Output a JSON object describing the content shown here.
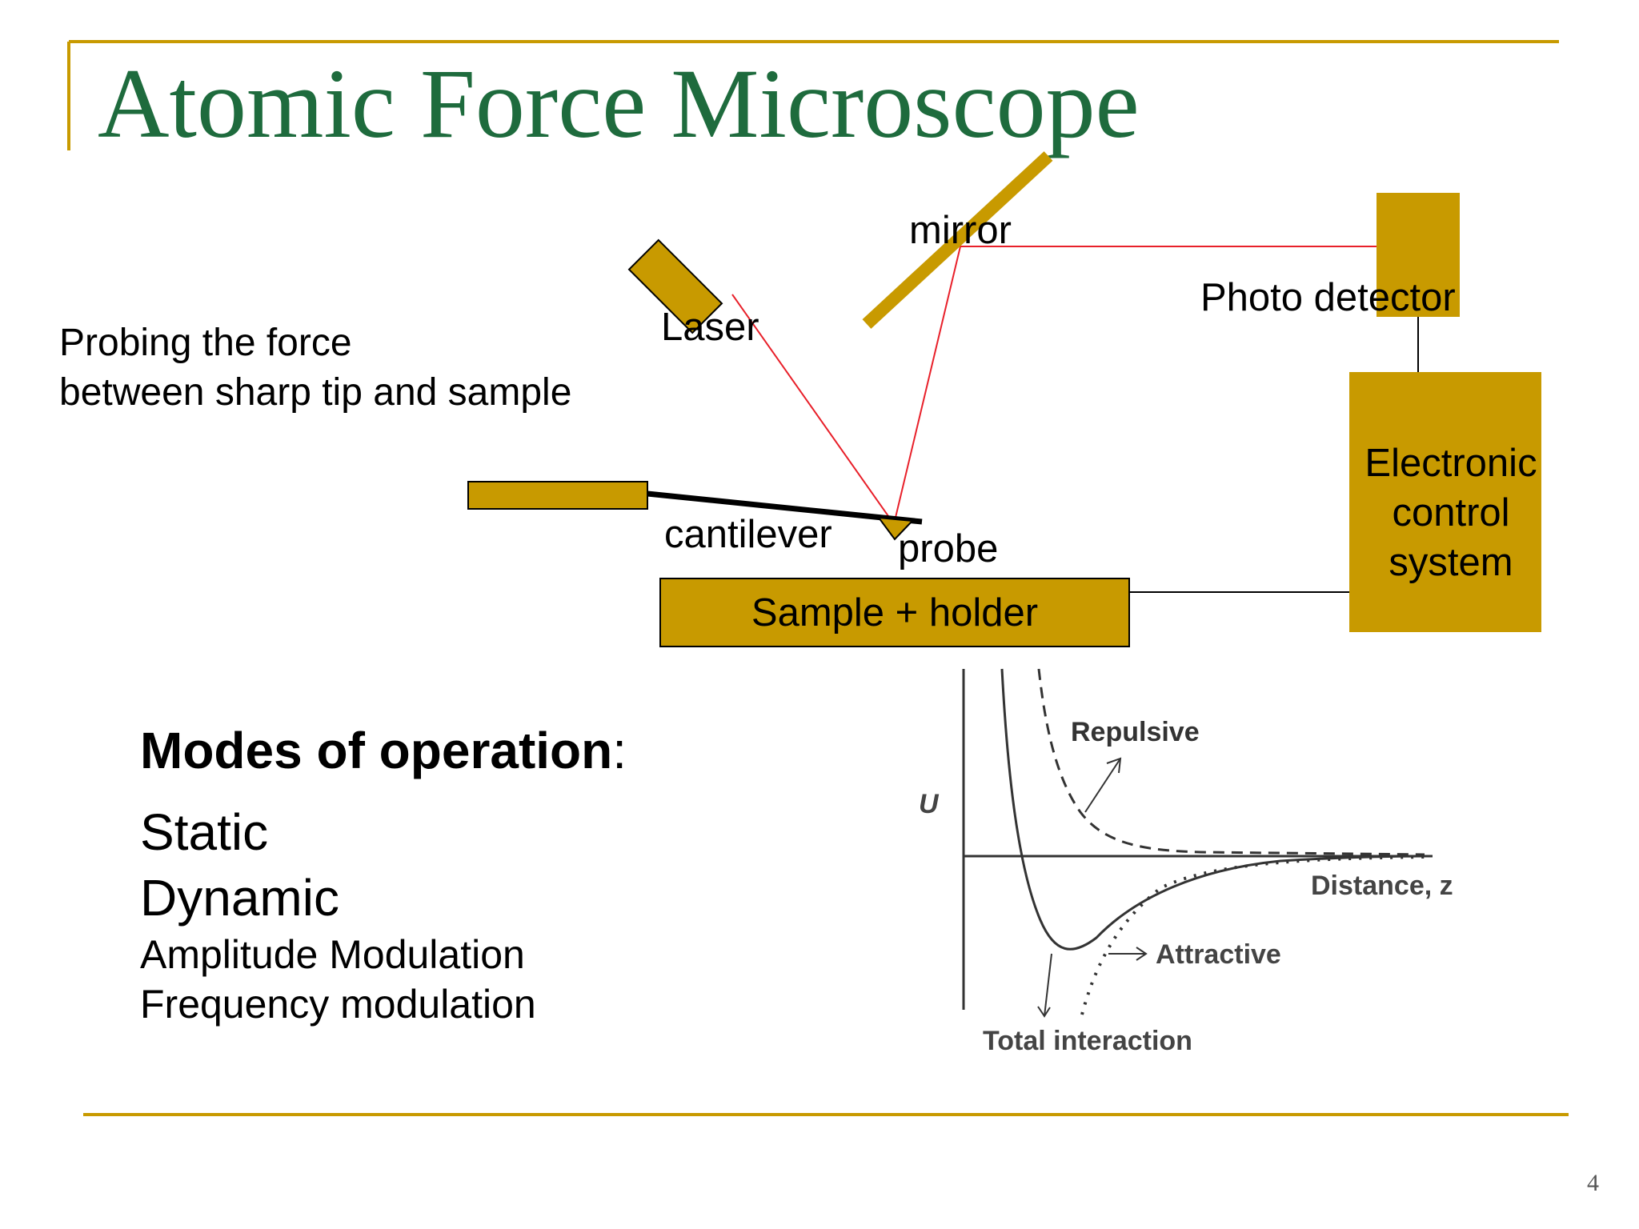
{
  "slide": {
    "title": "Atomic Force Microscope",
    "page_number": "4",
    "accent_color": "#c89a00",
    "title_color": "#1e6b3d",
    "description": [
      "Probing the force",
      "between sharp tip and sample"
    ],
    "modes": {
      "heading": "Modes of operation",
      "heading_colon": ":",
      "items": [
        "Static",
        "Dynamic"
      ],
      "subitems": [
        "Amplitude Modulation",
        "Frequency modulation"
      ]
    }
  },
  "diagram": {
    "laser_label": "Laser",
    "mirror_label": "mirror",
    "detector_label": "Photo detector",
    "control_label": [
      "Electronic",
      "control",
      "system"
    ],
    "cantilever_label": "cantilever",
    "probe_label": "probe",
    "sample_label": "Sample + holder",
    "beam_color": "#e8202a",
    "component_color": "#c89a00"
  },
  "potential_plot": {
    "y_axis_label": "U",
    "x_axis_label": "Distance, z",
    "curves": [
      "Repulsive",
      "Attractive",
      "Total interaction"
    ]
  }
}
